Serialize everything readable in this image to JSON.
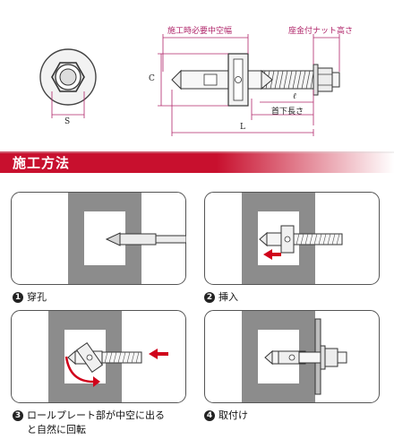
{
  "diagram": {
    "labels": {
      "hollow_width": "施工時必要中空幅",
      "nut_height": "座金付ナット高さ",
      "C": "C",
      "S": "S",
      "l": "ℓ",
      "below_head": "首下長さ",
      "L": "L"
    }
  },
  "section": {
    "title": "施工方法"
  },
  "steps": [
    {
      "num": "1",
      "text": "穿孔"
    },
    {
      "num": "2",
      "text": "挿入"
    },
    {
      "num": "3",
      "text_line1": "ロールプレート部が中空に出る",
      "text_line2": "と自然に回転"
    },
    {
      "num": "4",
      "text": "取付け"
    }
  ],
  "colors": {
    "accent": "#c8102e",
    "dim_magenta": "#b0266a",
    "wall_gray": "#8c8c8c"
  }
}
